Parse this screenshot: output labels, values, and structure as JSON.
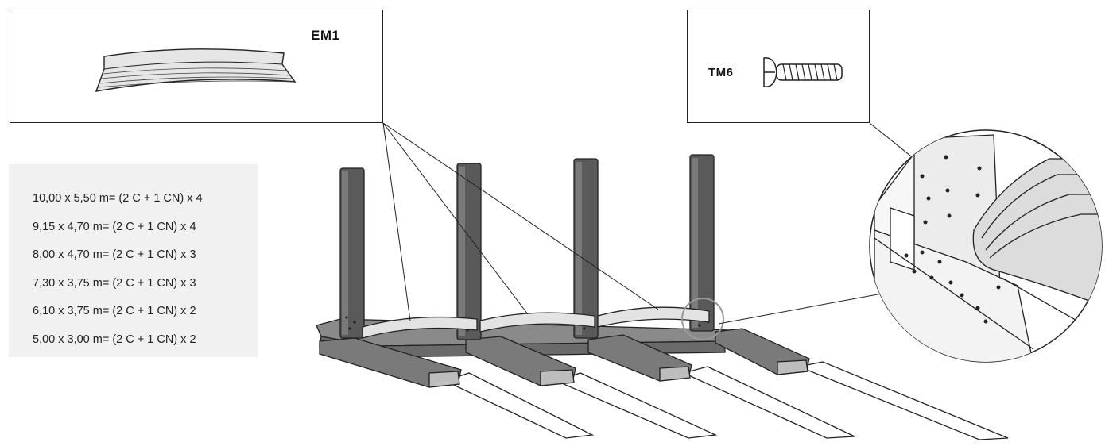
{
  "parts": {
    "em1": {
      "code": "EM1",
      "icon": "curved-profile-strip-icon"
    },
    "tm6": {
      "code": "TM6",
      "icon": "screw-icon"
    }
  },
  "dimensions_table": [
    "10,00 x 5,50 m= (2 C + 1 CN) x 4",
    "9,15 x 4,70 m= (2 C + 1 CN) x 4",
    "8,00 x 4,70 m= (2 C + 1 CN) x 3",
    "7,30 x 3,75 m= (2 C + 1 CN) x 3",
    "6,10 x 3,75 m= (2 C + 1 CN) x 2",
    "5,00 x 3,00 m= (2 C + 1 CN) x 2"
  ],
  "colors": {
    "post": "#5a5a5a",
    "rail": "#777777",
    "profile": "#e3e3e3",
    "panel": "#f1f1f1",
    "line": "#222222"
  }
}
